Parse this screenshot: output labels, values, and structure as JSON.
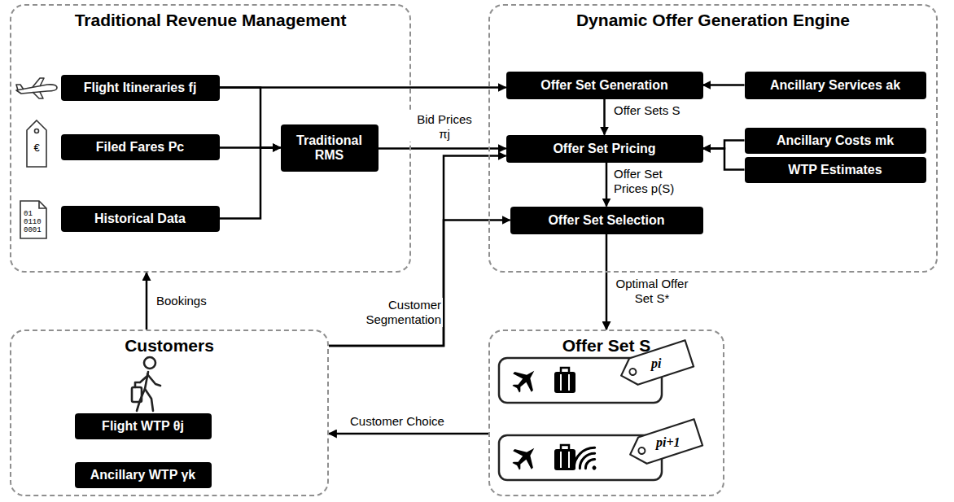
{
  "diagram": {
    "nodes": [
      {
        "text": [
          "Traditional Revenue Management"
        ]
      },
      {
        "text": [
          "Flight Itineraries fj"
        ],
        "in": 0
      },
      {
        "text": [
          "Filed Fares Pc"
        ],
        "in": 0
      },
      {
        "text": [
          "Historical Data"
        ],
        "in": 0
      },
      {
        "text": [
          "Traditional RMS"
        ],
        "in": 0
      },
      {
        "text": [
          "Dynamic Offer Generation Engine"
        ]
      },
      {
        "text": [
          "Offer Set Generation"
        ],
        "in": 5
      },
      {
        "text": [
          "Ancillary Services ak"
        ],
        "in": 5
      },
      {
        "text": [
          "Offer Set Pricing"
        ],
        "in": 5
      },
      {
        "text": [
          "Ancillary Costs mk"
        ],
        "in": 5
      },
      {
        "text": [
          "WTP Estimates"
        ],
        "in": 5
      },
      {
        "text": [
          "Offer Set Selection"
        ],
        "in": 5
      },
      {
        "text": [
          "Customers"
        ]
      },
      {
        "text": [
          "Flight WTP θj"
        ],
        "in": 12
      },
      {
        "text": [
          "Ancillary WTP γk"
        ],
        "in": 12
      },
      {
        "text": [
          "Offer Set S"
        ]
      }
    ],
    "edges": [
      {
        "from": 1,
        "to": 6,
        "arrow": "to"
      },
      {
        "from": 1,
        "to": 4,
        "arrow": "to"
      },
      {
        "from": 2,
        "to": 4,
        "arrow": "to"
      },
      {
        "from": 3,
        "to": 4,
        "arrow": "to"
      },
      {
        "from": 4,
        "to": 8,
        "label": "Bid Prices πj",
        "arrow": "to"
      },
      {
        "from": 7,
        "to": 6,
        "arrow": "to"
      },
      {
        "from": 6,
        "to": 8,
        "label": "Offer Sets S",
        "arrow": "to"
      },
      {
        "from": 9,
        "to": 8,
        "arrow": "to"
      },
      {
        "from": 10,
        "to": 8,
        "arrow": "to"
      },
      {
        "from": 8,
        "to": 11,
        "label": "Offer Set Prices p(S)",
        "arrow": "to"
      },
      {
        "from": 12,
        "to": 8,
        "label": "Customer Segmentation",
        "arrow": "to"
      },
      {
        "from": 12,
        "to": 11,
        "arrow": "to"
      },
      {
        "from": 11,
        "to": 15,
        "label": "Optimal Offer Set S*",
        "arrow": "to"
      },
      {
        "from": 15,
        "to": 12,
        "label": "Customer Choice",
        "arrow": "to"
      },
      {
        "from": 12,
        "to": 0,
        "label": "Bookings",
        "arrow": "to"
      }
    ],
    "labels": [
      "€",
      "01",
      "0110",
      "0001",
      "pi",
      "pi+1"
    ]
  }
}
